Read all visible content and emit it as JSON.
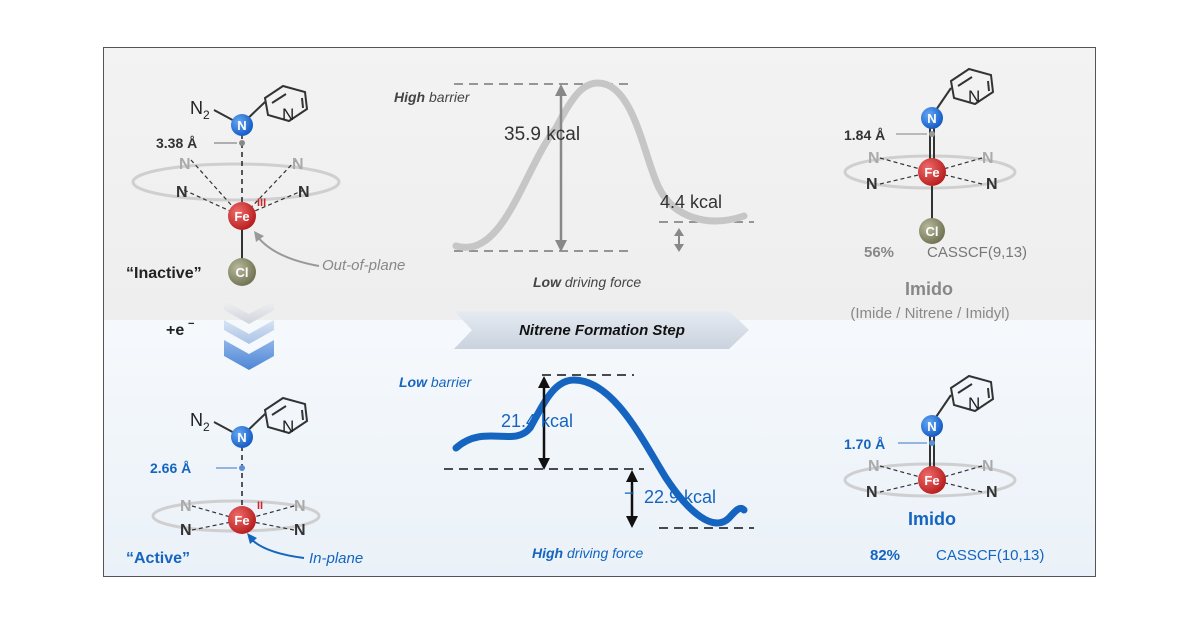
{
  "colors": {
    "gray": "#9a9a9a",
    "dark": "#333333",
    "blue": "#1565c0",
    "fe_red": "#c62828",
    "n_blue": "#1e6fd9",
    "cl_olive": "#8a8c6a"
  },
  "top_left": {
    "n2_label": "N",
    "n2_subscript": "2",
    "n_atom": "N",
    "pyridine_n": "N",
    "distance": "3.38 Å",
    "ring_n1": "N",
    "ring_n2": "N",
    "ring_n3": "N",
    "ring_n4": "N",
    "fe": "Fe",
    "oxidation": "III",
    "cl": "Cl",
    "state_label": "“Inactive”",
    "annotation": "Out-of-plane"
  },
  "reduction": {
    "label": "+e",
    "superscript": "−"
  },
  "bottom_left": {
    "n2_label": "N",
    "n2_subscript": "2",
    "n_atom": "N",
    "pyridine_n": "N",
    "distance": "2.66 Å",
    "ring_n1": "N",
    "ring_n2": "N",
    "ring_n3": "N",
    "ring_n4": "N",
    "fe": "Fe",
    "oxidation": "II",
    "state_label": "“Active”",
    "annotation": "In-plane"
  },
  "top_profile": {
    "barrier_bold": "High",
    "barrier_rest": " barrier",
    "barrier_value": "35.9 kcal",
    "driving_value": "4.4 kcal",
    "driving_bold": "Low",
    "driving_rest": " driving force"
  },
  "step_banner": "Nitrene Formation Step",
  "bottom_profile": {
    "barrier_bold": "Low",
    "barrier_rest": " barrier",
    "barrier_value": "21.4 kcal",
    "driving_value": "22.9 kcal",
    "driving_sign": "−",
    "driving_bold": "High",
    "driving_rest": " driving force"
  },
  "top_right": {
    "n_atom": "N",
    "pyridine_n": "N",
    "distance": "1.84 Å",
    "ring_n1": "N",
    "ring_n2": "N",
    "ring_n3": "N",
    "ring_n4": "N",
    "fe": "Fe",
    "cl": "Cl",
    "percent": "56%",
    "method": "CASSCF(9,13)",
    "title": "Imido",
    "subtitle": "(Imide / Nitrene / Imidyl)"
  },
  "bottom_right": {
    "n_atom": "N",
    "pyridine_n": "N",
    "distance": "1.70 Å",
    "ring_n1": "N",
    "ring_n2": "N",
    "ring_n3": "N",
    "ring_n4": "N",
    "fe": "Fe",
    "title": "Imido",
    "percent": "82%",
    "method": "CASSCF(10,13)"
  }
}
